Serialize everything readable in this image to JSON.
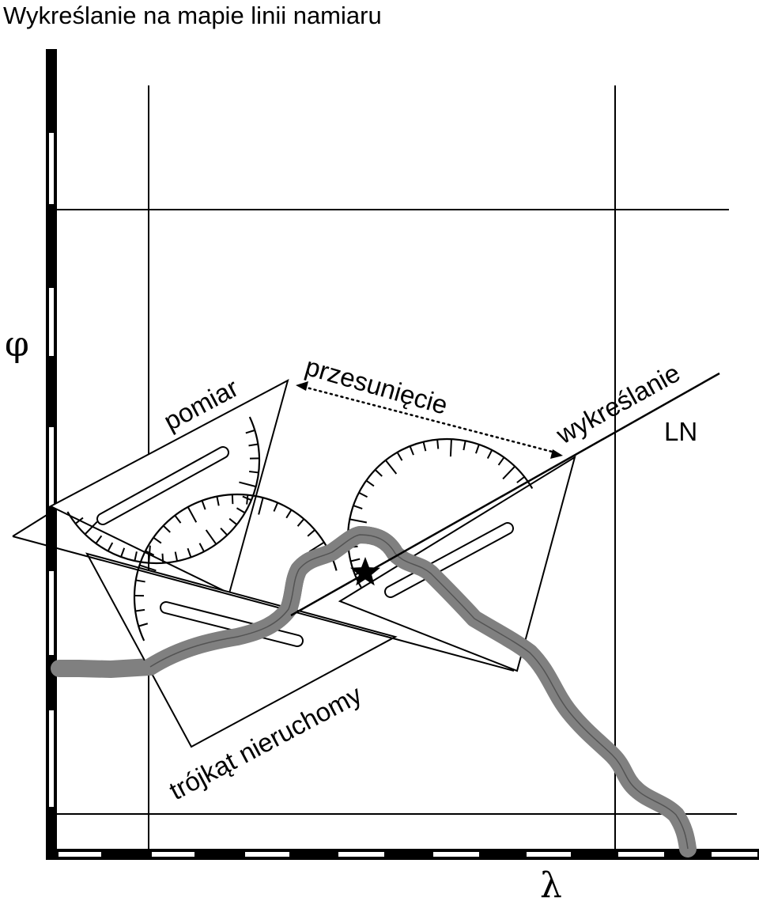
{
  "title": "Wykreślanie na mapie linii namiaru",
  "axes": {
    "latitude_symbol": "φ",
    "longitude_symbol": "λ"
  },
  "labels": {
    "measurement": "pomiar",
    "shift": "przesunięcie",
    "plotting": "wykreślanie",
    "line_name": "LN",
    "fixed_triangle": "trójkąt nieruchomy"
  },
  "colors": {
    "coastline": "#808080",
    "ink": "#000000",
    "background": "#ffffff"
  },
  "icons": {
    "position_marker": "star-icon"
  }
}
